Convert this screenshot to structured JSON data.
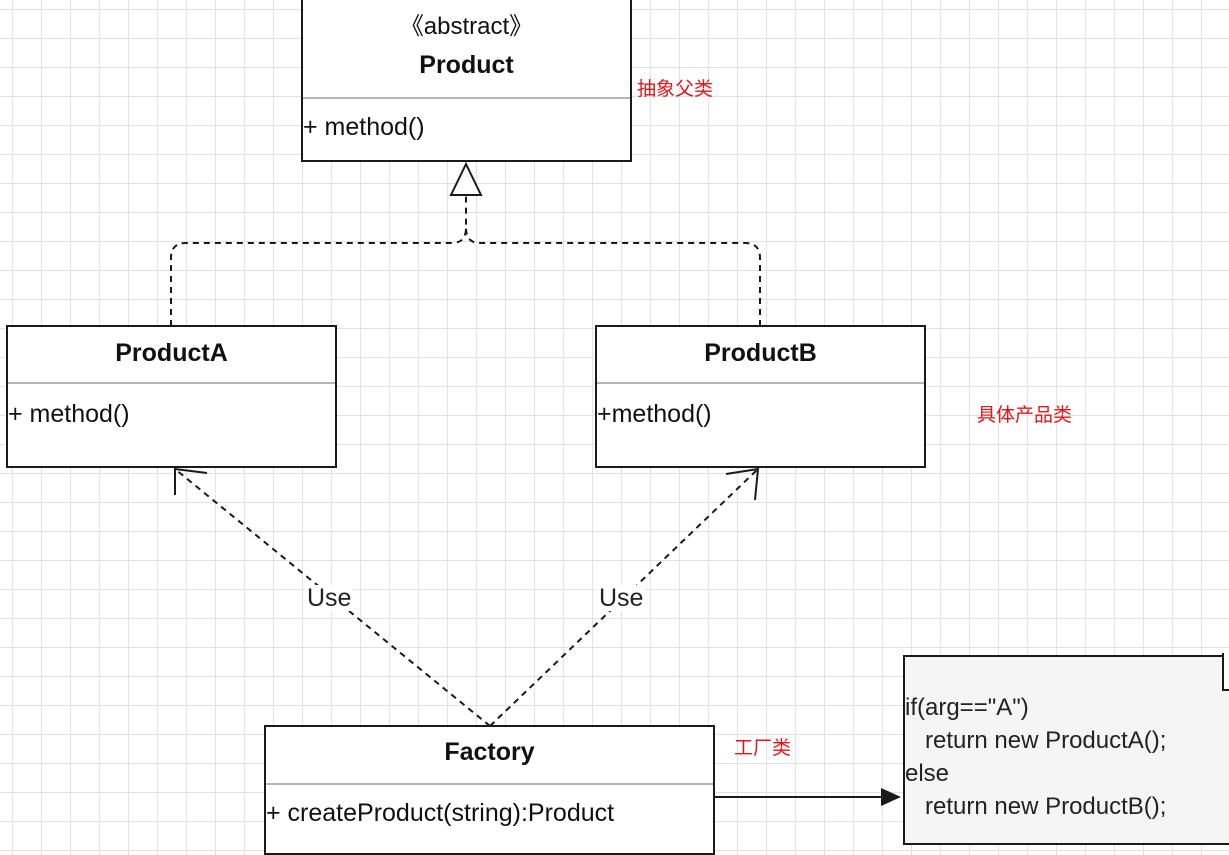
{
  "product": {
    "stereotype": "《abstract》",
    "name": "Product",
    "method": "+ method()"
  },
  "product_a": {
    "name": "ProductA",
    "method": "+ method()"
  },
  "product_b": {
    "name": "ProductB",
    "method": "+method()"
  },
  "factory": {
    "name": "Factory",
    "method": "+ createProduct(string):Product"
  },
  "labels": {
    "abstract_parent": "抽象父类",
    "concrete_products": "具体产品类",
    "factory_class": "工厂类"
  },
  "edges": {
    "use_left": "Use",
    "use_right": "Use"
  },
  "code_note": {
    "lines": [
      "if(arg==\"A\")",
      "   return new ProductA();",
      "else",
      "   return new ProductB();"
    ]
  },
  "colors": {
    "annotation": "#e0161b",
    "line": "#1a1a1a",
    "grid": "#e2e2e2"
  }
}
